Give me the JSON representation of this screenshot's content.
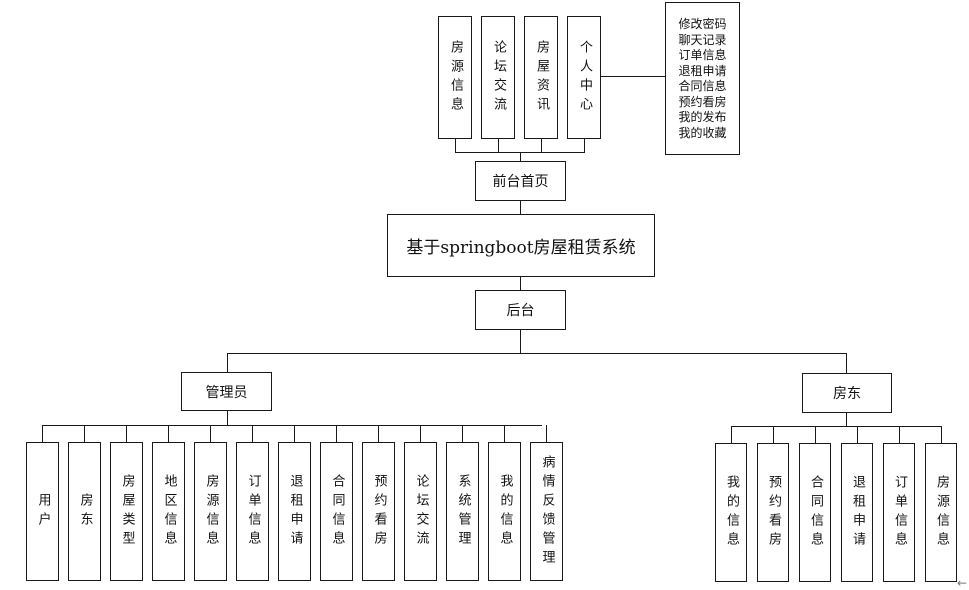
{
  "root": {
    "title": "基于springboot房屋租赁系统"
  },
  "front": {
    "label": "前台首页",
    "modules": [
      "房源信息",
      "论坛交流",
      "房屋资讯",
      "个人中心"
    ],
    "personal_center_items": [
      "修改密码",
      "聊天记录",
      "订单信息",
      "退租申请",
      "合同信息",
      "预约看房",
      "我的发布",
      "我的收藏"
    ]
  },
  "back": {
    "label": "后台",
    "admin": {
      "label": "管理员",
      "modules": [
        "用户",
        "房东",
        "房屋类型",
        "地区信息",
        "房源信息",
        "订单信息",
        "退租申请",
        "合同信息",
        "预约看房",
        "论坛交流",
        "系统管理",
        "我的信息",
        "病情反馈管理"
      ]
    },
    "landlord": {
      "label": "房东",
      "modules": [
        "我的信息",
        "预约看房",
        "合同信息",
        "退租申请",
        "订单信息",
        "房源信息"
      ]
    }
  },
  "colors": {
    "line": "#1a1a1a",
    "box_border": "#1a1a1a",
    "background": "#ffffff"
  }
}
